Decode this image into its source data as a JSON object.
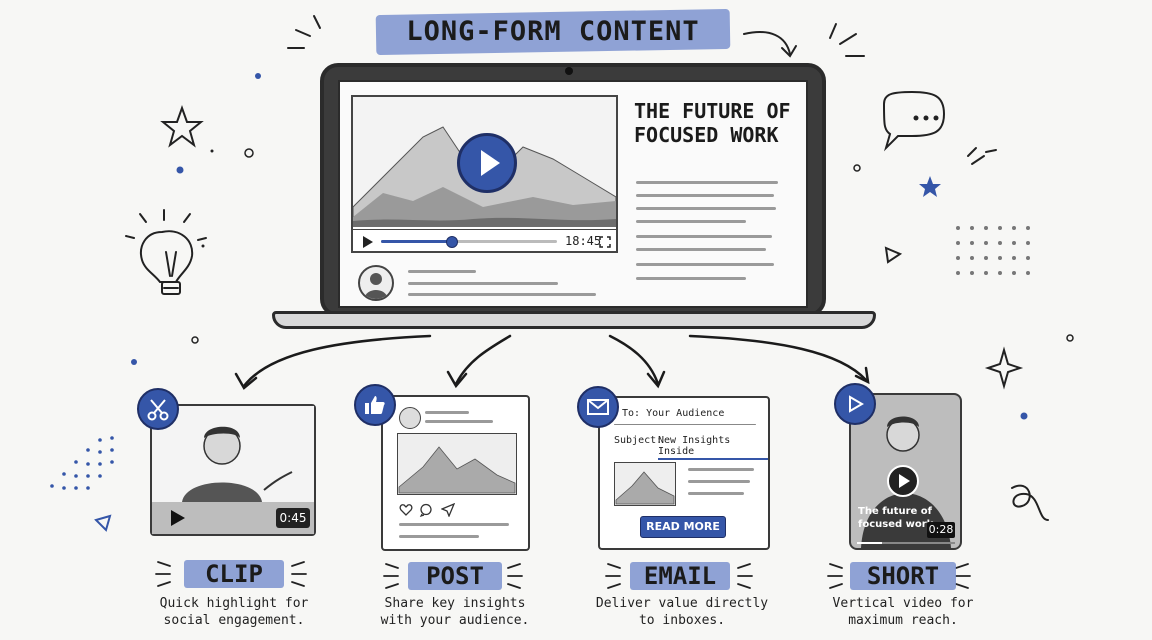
{
  "header": {
    "title": "LONG-FORM CONTENT"
  },
  "main_video": {
    "article_title": "THE FUTURE OF FOCUSED WORK",
    "duration": "18:45",
    "progress_fraction": 0.4
  },
  "outputs": [
    {
      "label": "CLIP",
      "description_line1": "Quick highlight for",
      "description_line2": "social engagement.",
      "icon": "scissors-icon",
      "duration": "0:45"
    },
    {
      "label": "POST",
      "description_line1": "Share key insights",
      "description_line2": "with your audience.",
      "icon": "thumbs-up-icon"
    },
    {
      "label": "EMAIL",
      "description_line1": "Deliver value directly",
      "description_line2": "to inboxes.",
      "icon": "envelope-icon",
      "to_line": "To: Your Audience",
      "subject_prefix": "Subject:",
      "subject_text": "New Insights Inside",
      "button_label": "READ MORE"
    },
    {
      "label": "SHORT",
      "description_line1": "Vertical video for",
      "description_line2": "maximum reach.",
      "icon": "play-badge-icon",
      "caption_line1": "The future of",
      "caption_line2": "focused work",
      "duration": "0:28"
    }
  ],
  "colors": {
    "accent": "#3556a8",
    "highlight": "#7d93cf",
    "ink": "#222222",
    "paper": "#f7f7f5"
  }
}
